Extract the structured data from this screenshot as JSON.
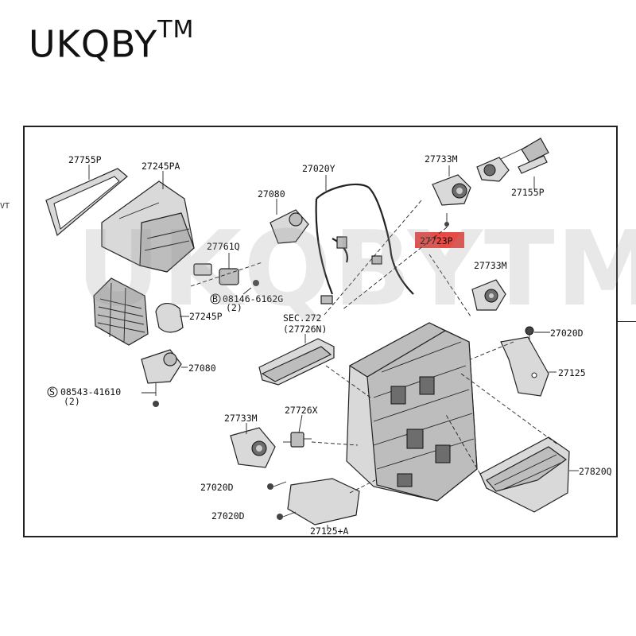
{
  "brand": {
    "name": "UKQBY",
    "tm": "TM"
  },
  "watermark": "UKQBYTM",
  "edge_text": "VT",
  "labels": {
    "p27755P": "27755P",
    "p27245PA": "27245PA",
    "p27020Y": "27020Y",
    "p27733M_top": "27733M",
    "p27155P": "27155P",
    "p27080_top": "27080",
    "p27761Q": "27761Q",
    "p27723P": "27723P",
    "p27733M_mid": "27733M",
    "p08146": "08146-6162G",
    "p08146_qty": "(2)",
    "p27245P": "27245P",
    "sec272": "SEC.272",
    "p27726N": "(27726N)",
    "p27020D_right": "27020D",
    "p27125": "27125",
    "p27080_bot": "27080",
    "p08543": "08543-41610",
    "p08543_qty": "(2)",
    "p27733M_bot": "27733M",
    "p27726X": "27726X",
    "p27820Q": "27820Q",
    "p27020D_a": "27020D",
    "p27020D_b": "27020D",
    "p27125A": "27125+A",
    "circle_B": "B",
    "circle_S": "S"
  },
  "colors": {
    "highlight": "#e8403a",
    "line": "#222222"
  }
}
